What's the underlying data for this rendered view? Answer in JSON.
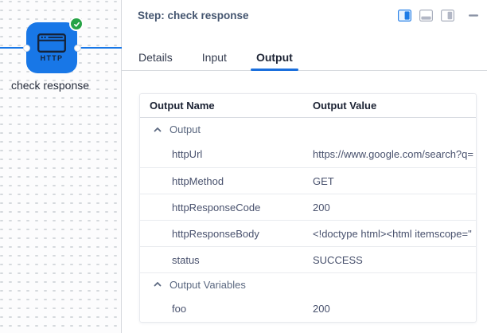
{
  "canvas": {
    "node": {
      "type_label": "HTTP",
      "label": "check response"
    }
  },
  "panel": {
    "title": "Step: check response",
    "tabs": [
      {
        "label": "Details",
        "active": false
      },
      {
        "label": "Input",
        "active": false
      },
      {
        "label": "Output",
        "active": true
      }
    ],
    "table": {
      "columns": [
        "Output Name",
        "Output Value"
      ],
      "rows": [
        {
          "type": "group",
          "name": "Output"
        },
        {
          "type": "item",
          "name": "httpUrl",
          "value": "https://www.google.com/search?q="
        },
        {
          "type": "item",
          "name": "httpMethod",
          "value": "GET"
        },
        {
          "type": "item",
          "name": "httpResponseCode",
          "value": "200"
        },
        {
          "type": "item",
          "name": "httpResponseBody",
          "value": "<!doctype html><html itemscope=\""
        },
        {
          "type": "item",
          "name": "status",
          "value": "SUCCESS"
        },
        {
          "type": "group",
          "name": "Output Variables"
        },
        {
          "type": "item",
          "name": "foo",
          "value": "200"
        }
      ]
    }
  },
  "icons": {
    "node_type": "browser-window-icon",
    "node_status": "check-circle-icon",
    "group_toggle": "chevron-up-icon",
    "layout_split_right_active": "dock-right-active-icon",
    "layout_split_bottom": "dock-bottom-icon",
    "layout_float_right": "dock-float-icon",
    "minimize": "minimize-icon"
  },
  "colors": {
    "accent_blue": "#1877e7",
    "success_green": "#27a347",
    "active_tab_underline": "#1a6fdd"
  }
}
